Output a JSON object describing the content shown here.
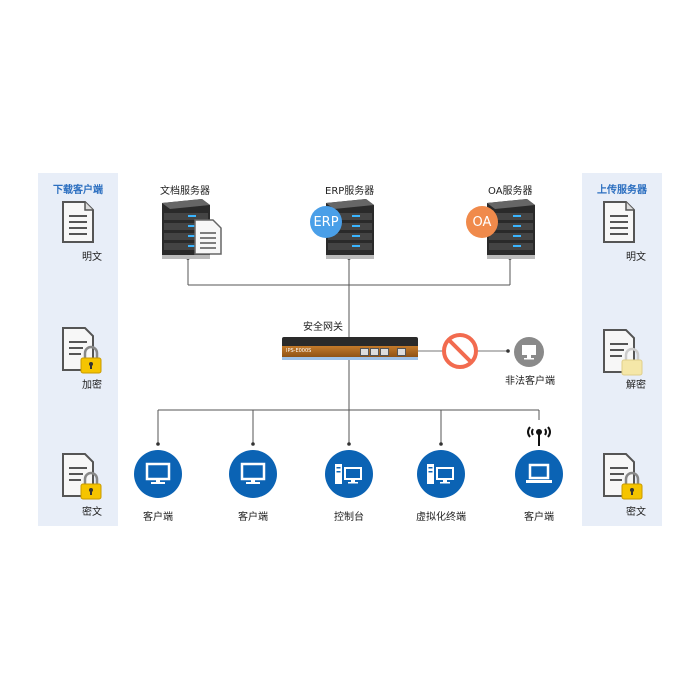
{
  "left_panel": {
    "title": "下载客户端",
    "steps": [
      "明文",
      "加密",
      "密文"
    ]
  },
  "right_panel": {
    "title": "上传服务器",
    "steps": [
      "明文",
      "解密",
      "密文"
    ]
  },
  "servers": [
    {
      "label": "文档服务器",
      "badge": ""
    },
    {
      "label": "ERP服务器",
      "badge": "ERP"
    },
    {
      "label": "OA服务器",
      "badge": "OA"
    }
  ],
  "gateway": {
    "label": "安全网关",
    "device_text": "IPS-E000S"
  },
  "illegal_client": {
    "label": "非法客户端"
  },
  "clients": [
    {
      "label": "客户端",
      "icon": "monitor-icon"
    },
    {
      "label": "客户端",
      "icon": "monitor-icon"
    },
    {
      "label": "控制台",
      "icon": "desktop-pc-icon"
    },
    {
      "label": "虚拟化终端",
      "icon": "desktop-pc-icon"
    },
    {
      "label": "客户端",
      "icon": "laptop-icon"
    }
  ],
  "colors": {
    "panel_bg": "#e8eef8",
    "panel_title": "#2c6fc0",
    "client_circle": "#0b63b4",
    "erp_badge": "#4a9fe8",
    "oa_badge": "#f08a4b",
    "forbidden": "#f26b4f",
    "lock": "#f5c400"
  }
}
